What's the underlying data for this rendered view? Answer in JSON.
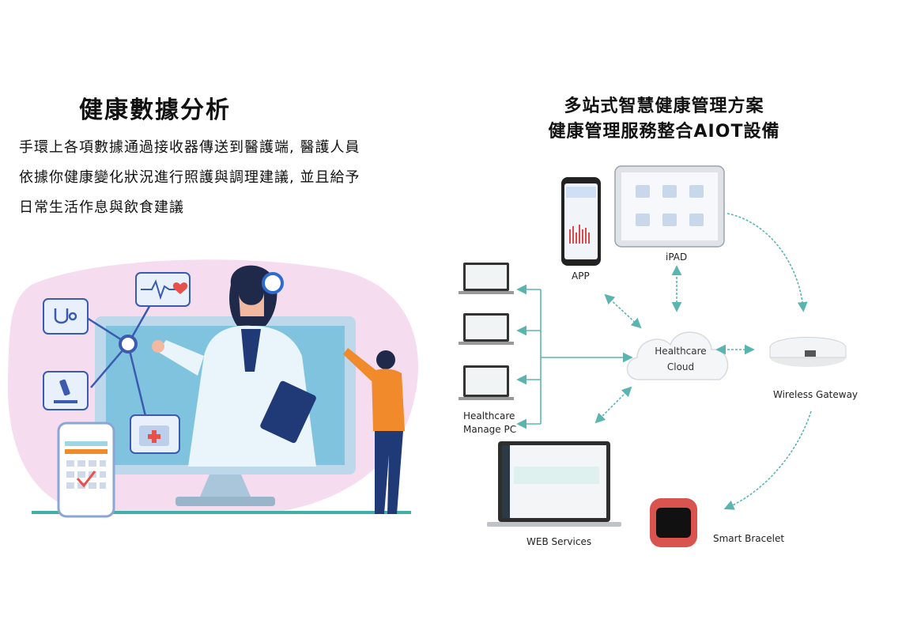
{
  "left": {
    "title": "健康數據分析",
    "desc_lines": [
      "手環上各項數據通過接收器傳送到醫護端,  醫護人員",
      "依據你健康變化狀況進行照護與調理建議, 並且給予",
      "日常生活作息與飲食建議"
    ]
  },
  "right": {
    "title_line1": "多站式智慧健康管理方案",
    "title_line2": "健康管理服務整合AIOT設備",
    "nodes": {
      "app": "APP",
      "ipad": "iPAD",
      "cloud_line1": "Healthcare",
      "cloud_line2": "Cloud",
      "gateway": "Wireless Gateway",
      "pc_line1": "Healthcare",
      "pc_line2": "Manage PC",
      "web": "WEB Services",
      "bracelet": "Smart  Bracelet"
    }
  },
  "colors": {
    "arrow": "#5ab5b0",
    "pink_blob": "#f6dcef",
    "monitor_frame": "#bcd8ea",
    "screen": "#7fc3de",
    "doctor_coat": "#eaf4fb",
    "accent_orange": "#f08a2a",
    "accent_red": "#e8504a",
    "navy": "#1f3a77"
  }
}
